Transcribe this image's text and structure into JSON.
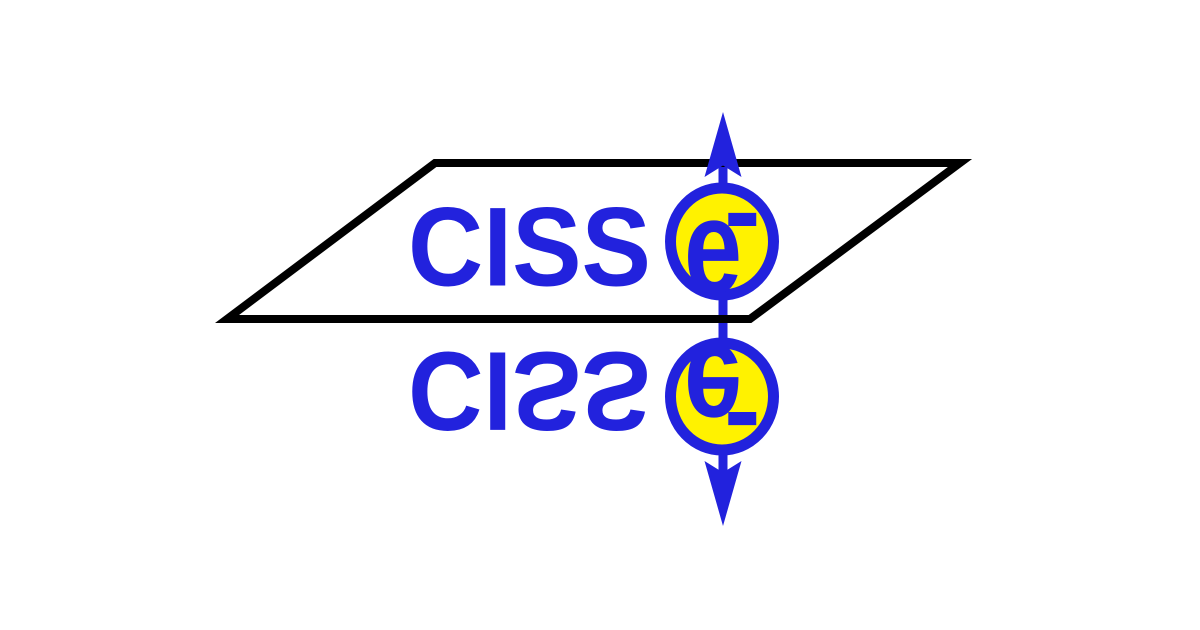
{
  "logo": {
    "wordmark": "CISS",
    "electron": {
      "symbol": "e",
      "charge_superscript": "-"
    },
    "reflection": {
      "wordmark": "CISS",
      "electron": {
        "symbol": "e",
        "charge_superscript": "-"
      }
    },
    "colors": {
      "text_blue": "#2222dd",
      "electron_fill_yellow": "#fff200",
      "plane_outline_black": "#000000",
      "background_white": "#ffffff"
    }
  }
}
